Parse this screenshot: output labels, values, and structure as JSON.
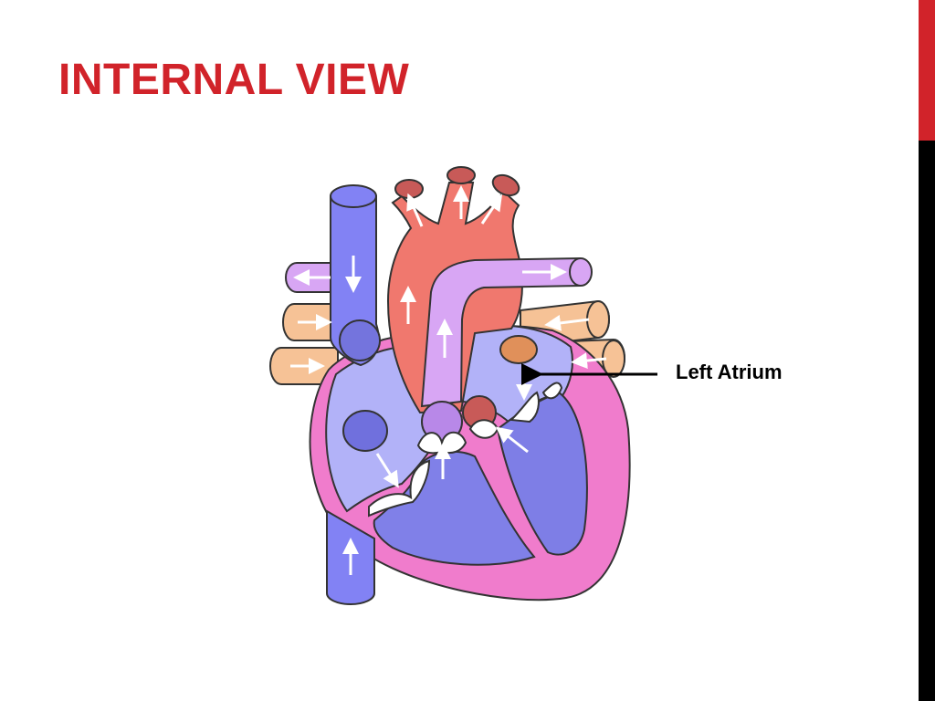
{
  "slide": {
    "title": "INTERNAL VIEW",
    "title_color": "#d1232a",
    "accent_bar_color": "#d1232a",
    "side_bar_color": "#000000"
  },
  "diagram": {
    "subject": "heart-cross-section",
    "label": "Left Atrium",
    "colors": {
      "vena_cava": "#8282f4",
      "right_atrium": "#b2b2f8",
      "right_ventricle": "#8080e8",
      "heart_wall": "#f07ccc",
      "aorta": "#f0786e",
      "aorta_dark": "#c85a58",
      "pulmonary_artery": "#d8a6f4",
      "pulmonary_vein": "#f6c296",
      "left_ventricle": "#7e7ee6",
      "valve": "#ffffff",
      "arrow": "#ffffff"
    }
  }
}
